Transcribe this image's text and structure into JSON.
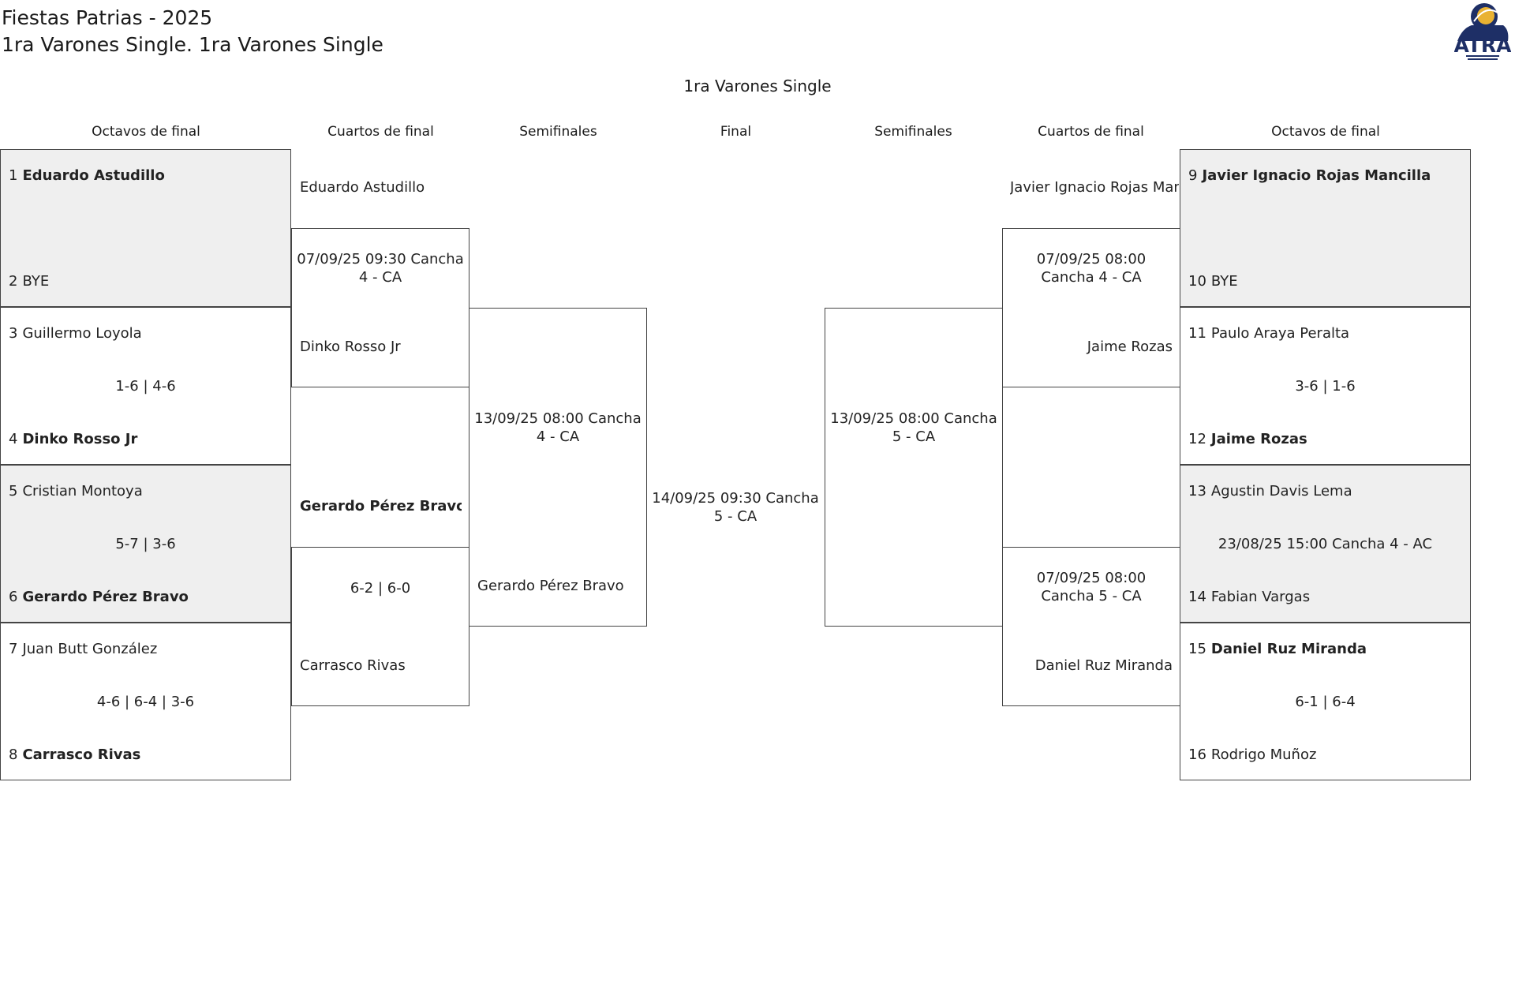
{
  "header": {
    "title_line1": "Fiestas Patrias - 2025",
    "title_line2": "1ra Varones Single. 1ra Varones Single",
    "bracket_title": "1ra Varones Single",
    "logo_text": "ATRA"
  },
  "rounds": {
    "left": [
      "Octavos de final",
      "Cuartos de final",
      "Semifinales",
      "Final"
    ],
    "right": [
      "Semifinales",
      "Cuartos de final",
      "Octavos de final"
    ]
  },
  "r16": [
    {
      "top": {
        "seed": "1",
        "name": "Eduardo Astudillo",
        "win": true
      },
      "bottom": {
        "seed": "2",
        "name": "BYE",
        "win": false
      },
      "result": "",
      "shaded": true
    },
    {
      "top": {
        "seed": "3",
        "name": "Guillermo Loyola",
        "win": false
      },
      "bottom": {
        "seed": "4",
        "name": "Dinko Rosso Jr",
        "win": true
      },
      "result": "1-6 | 4-6",
      "shaded": false
    },
    {
      "top": {
        "seed": "5",
        "name": "Cristian Montoya",
        "win": false
      },
      "bottom": {
        "seed": "6",
        "name": "Gerardo Pérez Bravo",
        "win": true
      },
      "result": "5-7 | 3-6",
      "shaded": true
    },
    {
      "top": {
        "seed": "7",
        "name": "Juan Butt González",
        "win": false
      },
      "bottom": {
        "seed": "8",
        "name": "Carrasco Rivas",
        "win": true
      },
      "result": "4-6 | 6-4 | 3-6",
      "shaded": false
    },
    {
      "top": {
        "seed": "9",
        "name": "Javier Ignacio Rojas Mancilla",
        "win": true
      },
      "bottom": {
        "seed": "10",
        "name": "BYE",
        "win": false
      },
      "result": "",
      "shaded": true
    },
    {
      "top": {
        "seed": "11",
        "name": "Paulo Araya Peralta",
        "win": false
      },
      "bottom": {
        "seed": "12",
        "name": "Jaime Rozas",
        "win": true
      },
      "result": "3-6 | 1-6",
      "shaded": false
    },
    {
      "top": {
        "seed": "13",
        "name": "Agustin Davis Lema",
        "win": false
      },
      "bottom": {
        "seed": "14",
        "name": "Fabian Vargas",
        "win": false
      },
      "result": "23/08/25 15:00 Cancha 4 - AC",
      "shaded": true
    },
    {
      "top": {
        "seed": "15",
        "name": "Daniel Ruz Miranda",
        "win": true
      },
      "bottom": {
        "seed": "16",
        "name": "Rodrigo Muñoz",
        "win": false
      },
      "result": "6-1 | 6-4",
      "shaded": false
    }
  ],
  "qf": [
    {
      "top": {
        "name": "Eduardo Astudillo",
        "win": false
      },
      "bottom": {
        "name": "Dinko Rosso Jr",
        "win": false
      },
      "info": "07/09/25 09:30 Cancha 4 - CA"
    },
    {
      "top": {
        "name": "Gerardo Pérez Bravo",
        "win": true
      },
      "bottom": {
        "name": "Carrasco Rivas",
        "win": false
      },
      "info": "6-2 | 6-0"
    },
    {
      "top": {
        "name": "Javier Ignacio Rojas Mancilla",
        "win": false
      },
      "bottom": {
        "name": "Jaime Rozas",
        "win": false
      },
      "info": "07/09/25 08:00 Cancha 4 - CA"
    },
    {
      "top": {
        "name": "",
        "win": false
      },
      "bottom": {
        "name": "Daniel Ruz Miranda",
        "win": false
      },
      "info": "07/09/25 08:00 Cancha 5 - CA"
    }
  ],
  "sf": [
    {
      "top": {
        "name": ""
      },
      "bottom": {
        "name": "Gerardo Pérez Bravo"
      },
      "info": "13/09/25 08:00 Cancha 4 - CA"
    },
    {
      "top": {
        "name": ""
      },
      "bottom": {
        "name": ""
      },
      "info": "13/09/25 08:00 Cancha 5 - CA"
    }
  ],
  "final": {
    "info": "14/09/25 09:30 Cancha 5 - CA"
  }
}
